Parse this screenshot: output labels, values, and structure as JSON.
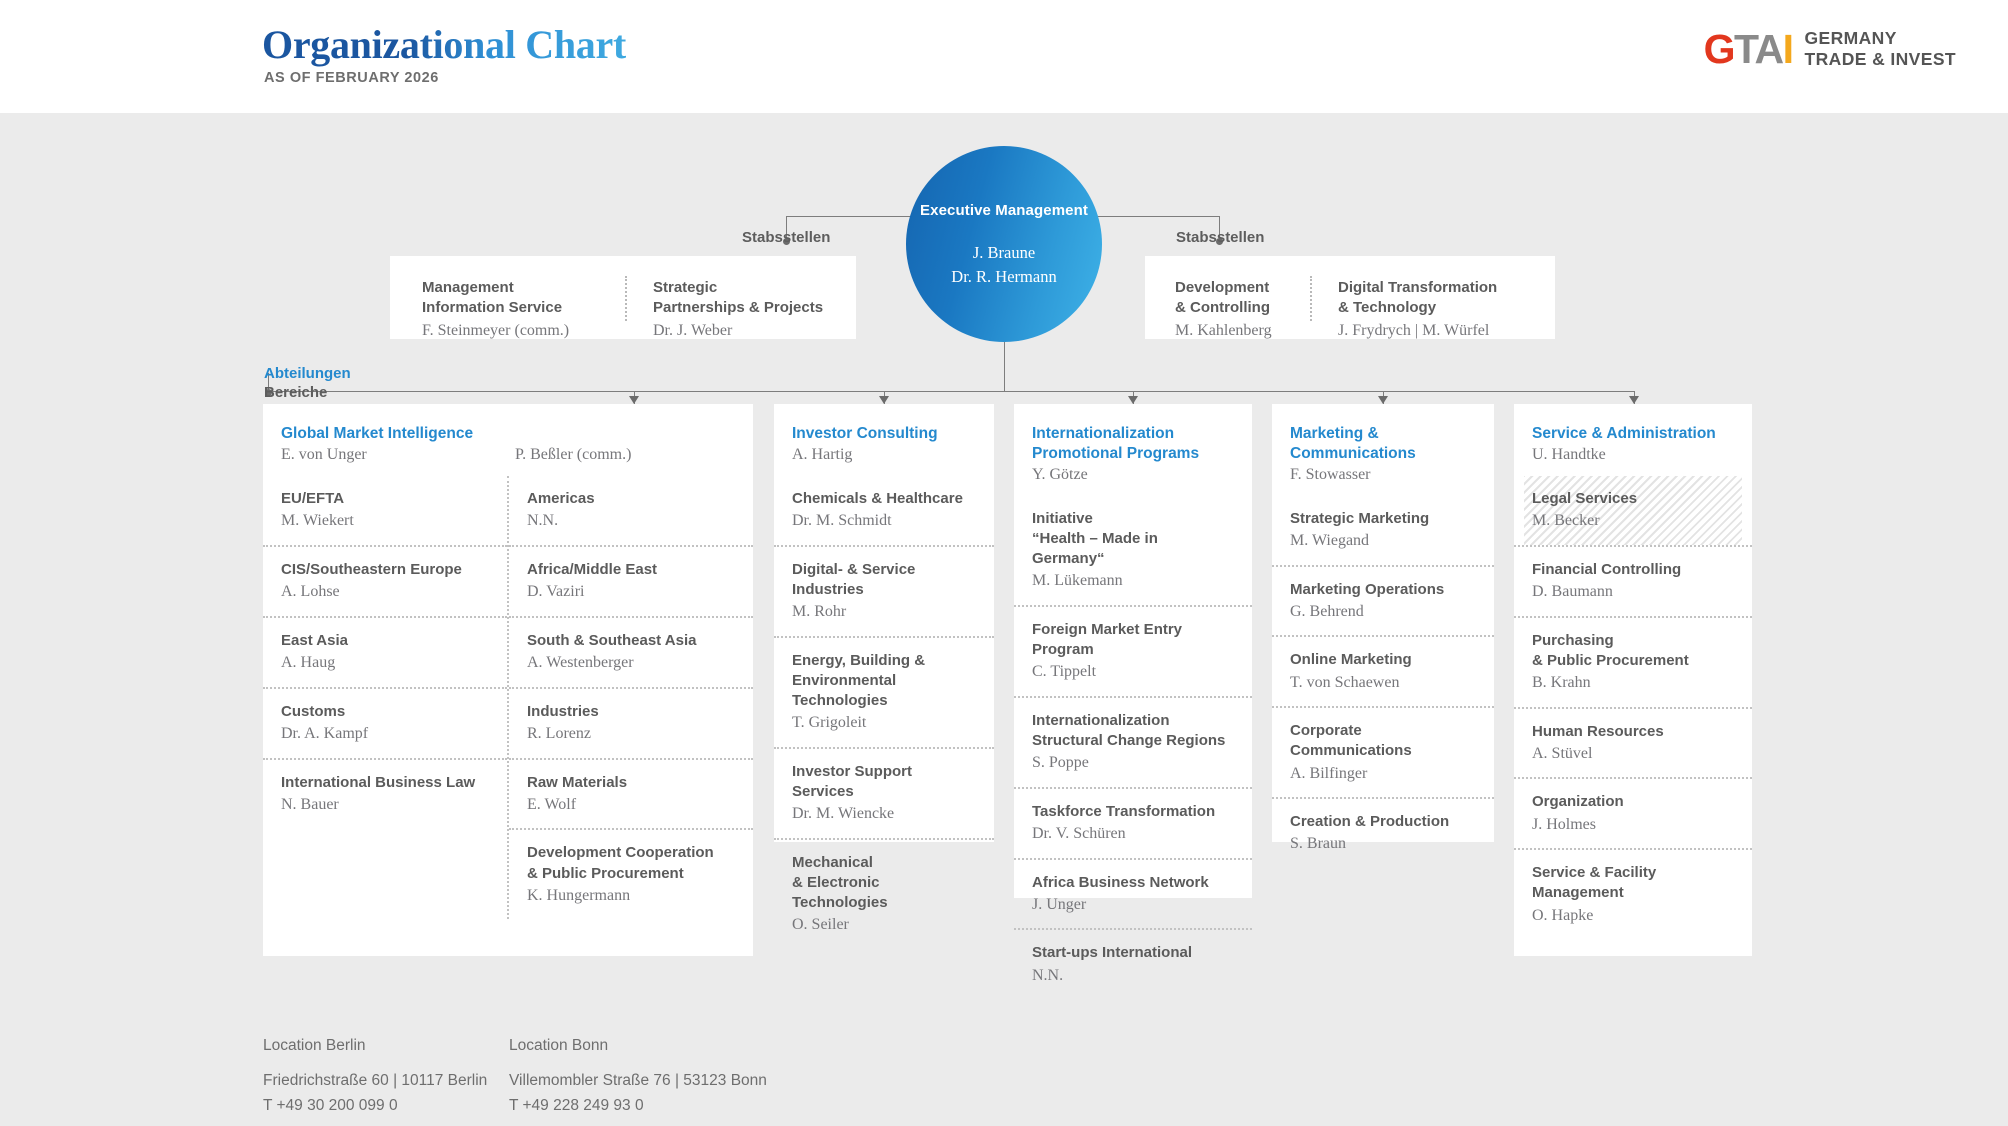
{
  "header": {
    "title": "Organizational Chart",
    "subtitle": "AS OF FEBRUARY 2026",
    "logo": {
      "g": "G",
      "t": "T",
      "a": "A",
      "i": "I",
      "line1": "GERMANY",
      "line2": "TRADE & INVEST"
    }
  },
  "executive": {
    "role": "Executive Management",
    "name1": "J. Braune",
    "name2": "Dr. R. Hermann"
  },
  "labels": {
    "stabsstellen_left": "Stabsstellen",
    "stabsstellen_right": "Stabsstellen",
    "abteilungen": "Abteilungen",
    "bereiche": "Bereiche"
  },
  "staff_left": [
    {
      "title1": "Management",
      "title2": "Information Service",
      "name": "F. Steinmeyer (comm.)"
    },
    {
      "title1": "Strategic",
      "title2": "Partnerships & Projects",
      "name": "Dr. J. Weber"
    }
  ],
  "staff_right": [
    {
      "title1": "Development",
      "title2": "& Controlling",
      "name": "M. Kahlenberg"
    },
    {
      "title1": "Digital Transformation",
      "title2": "& Technology",
      "name": "J. Frydrych | M. Würfel"
    }
  ],
  "departments": [
    {
      "id": "global-market-intelligence",
      "title": "Global Market Intelligence",
      "lead_left": "E. von Unger",
      "lead_right": "P. Beßler (comm.)",
      "two_column": true,
      "units_left": [
        {
          "title": "EU/EFTA",
          "name": "M. Wiekert"
        },
        {
          "title": "CIS/Southeastern Europe",
          "name": "A. Lohse"
        },
        {
          "title": "East Asia",
          "name": "A. Haug"
        },
        {
          "title": "Customs",
          "name": "Dr. A. Kampf"
        },
        {
          "title": "International Business Law",
          "name": "N. Bauer"
        }
      ],
      "units_right": [
        {
          "title": "Americas",
          "name": "N.N."
        },
        {
          "title": "Africa/Middle East",
          "name": "D. Vaziri"
        },
        {
          "title": "South & Southeast Asia",
          "name": "A. Westenberger"
        },
        {
          "title": "Industries",
          "name": "R. Lorenz"
        },
        {
          "title": "Raw Materials",
          "name": "E. Wolf"
        },
        {
          "title": "Development Cooperation\n& Public Procurement",
          "name": "K. Hungermann"
        }
      ]
    },
    {
      "id": "investor-consulting",
      "title": "Investor Consulting",
      "lead": "A. Hartig",
      "two_column": false,
      "units": [
        {
          "title": "Chemicals & Healthcare",
          "name": "Dr. M. Schmidt"
        },
        {
          "title": "Digital- & Service Industries",
          "name": "M. Rohr"
        },
        {
          "title": "Energy, Building &\nEnvironmental Technologies",
          "name": "T. Grigoleit"
        },
        {
          "title": "Investor Support Services",
          "name": "Dr. M. Wiencke"
        },
        {
          "title": "Mechanical\n& Electronic Technologies",
          "name": "O. Seiler"
        }
      ]
    },
    {
      "id": "internationalization-promotional-programs",
      "title": "Internationalization\nPromotional Programs",
      "lead": "Y. Götze",
      "two_column": false,
      "units": [
        {
          "title": "Initiative\n“Health – Made in Germany“",
          "name": "M. Lükemann"
        },
        {
          "title": "Foreign Market Entry Program",
          "name": "C. Tippelt"
        },
        {
          "title": "Internationalization\nStructural Change Regions",
          "name": "S. Poppe"
        },
        {
          "title": "Taskforce Transformation",
          "name": "Dr. V. Schüren"
        },
        {
          "title": "Africa Business Network",
          "name": "J. Unger"
        },
        {
          "title": "Start-ups International",
          "name": "N.N."
        }
      ]
    },
    {
      "id": "marketing-communications",
      "title": "Marketing & Communications",
      "lead": "F. Stowasser",
      "two_column": false,
      "units": [
        {
          "title": "Strategic Marketing",
          "name": "M. Wiegand"
        },
        {
          "title": "Marketing Operations",
          "name": "G. Behrend"
        },
        {
          "title": "Online Marketing",
          "name": "T. von Schaewen"
        },
        {
          "title": "Corporate Communications",
          "name": "A. Bilfinger"
        },
        {
          "title": "Creation & Production",
          "name": "S. Braun"
        }
      ]
    },
    {
      "id": "service-administration",
      "title": "Service & Administration",
      "lead": "U. Handtke",
      "two_column": false,
      "units": [
        {
          "title": "Legal Services",
          "name": "M. Becker",
          "hatched": true
        },
        {
          "title": "Financial Controlling",
          "name": "D. Baumann"
        },
        {
          "title": "Purchasing\n& Public Procurement",
          "name": "B. Krahn"
        },
        {
          "title": "Human Resources",
          "name": "A. Stüvel"
        },
        {
          "title": "Organization",
          "name": "J. Holmes"
        },
        {
          "title": "Service & Facility\nManagement",
          "name": "O. Hapke"
        }
      ]
    }
  ],
  "footer": [
    {
      "label": "Location Berlin",
      "address": "Friedrichstraße 60 | 10117 Berlin",
      "phone": "T +49 30 200 099 0"
    },
    {
      "label": "Location Bonn",
      "address": "Villemombler Straße 76 | 53123 Bonn",
      "phone": "T +49 228 249 93 0"
    }
  ],
  "colors": {
    "accent_blue": "#2489ce",
    "title_blue": "#1b56a0",
    "bg_gray": "#ebebeb",
    "text_gray": "#5b5b5b",
    "name_gray": "#76767a"
  }
}
